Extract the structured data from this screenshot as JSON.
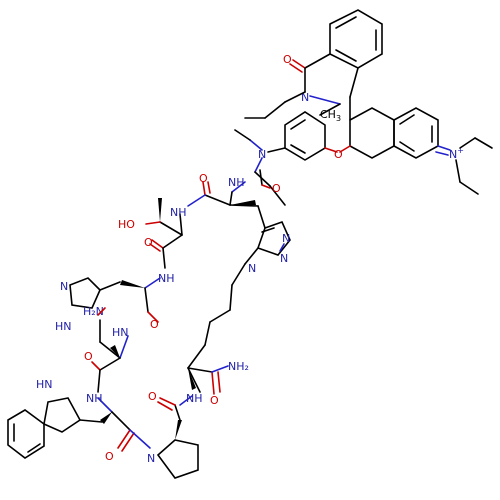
{
  "colors": {
    "bond": "#000000",
    "oxygen": "#cc0000",
    "nitrogen": "#2222aa",
    "background": "#ffffff"
  },
  "labels": {
    "o_lactam": "O",
    "n_lactam": "N",
    "ch3_top": "CH",
    "ch3_top_sub": "3",
    "n_left_xanthene": "N",
    "o_xanthene": "O",
    "n_iminium": "N",
    "n_iminium_charge": "+",
    "o_amide_top": "O",
    "nh_top1": "NH",
    "ho": "HO",
    "nh_thr": "NH",
    "o_thr": "O",
    "nh_his": "NH",
    "n_triazole_a": "N",
    "n_triazole_b": "N",
    "n_triazole_c": "N",
    "n_imid": "N",
    "nh_imid": "HN",
    "h2n": "H₂N",
    "o_asn": "O",
    "o_ring1": "O",
    "hn_ring": "HN",
    "o_ring2": "O",
    "nh_ring": "NH",
    "nh_indole": "HN",
    "o_trp": "O",
    "n_pro": "N",
    "o_pro": "O",
    "nh_lys": "NH",
    "nh2_terminal": "NH₂",
    "o_terminal": "O"
  }
}
